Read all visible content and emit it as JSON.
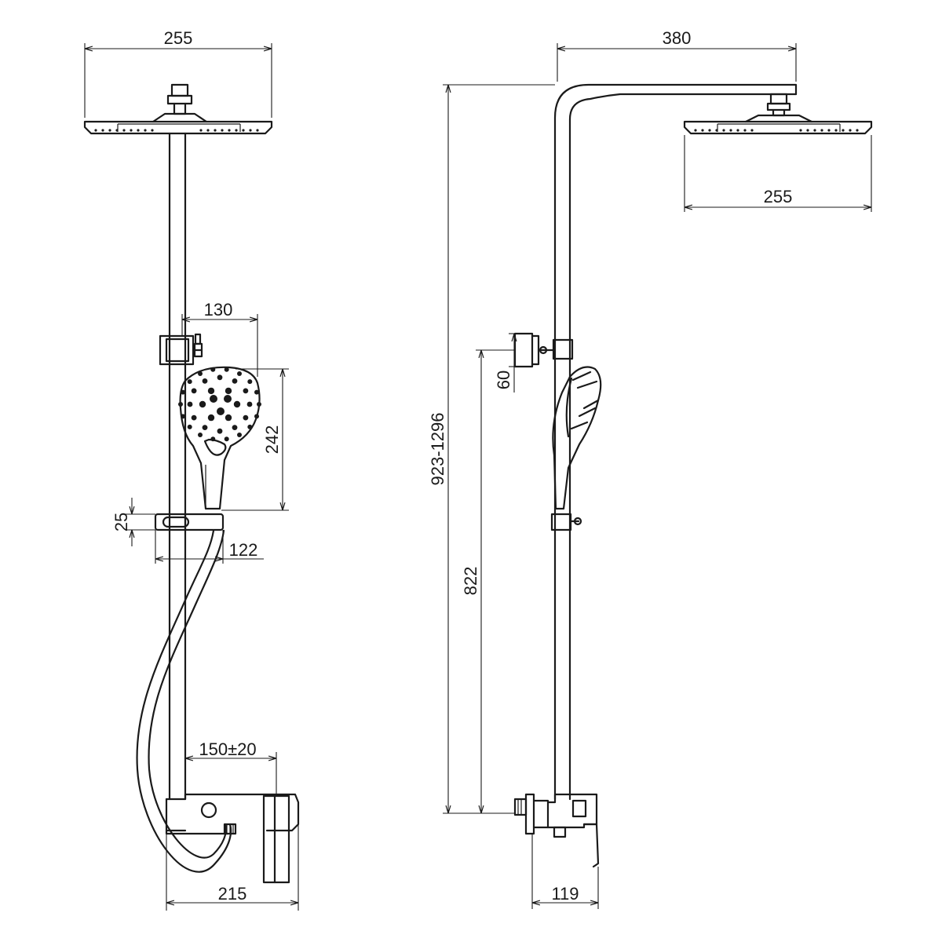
{
  "diagram": {
    "front_view": {
      "head_width": "255",
      "handshower_reach": "130",
      "handshower_height": "242",
      "holder_height": "25",
      "holder_depth": "122",
      "mixer_centres": "150±20",
      "mixer_width": "215"
    },
    "side_view": {
      "arm_length": "380",
      "head_width": "255",
      "total_height": "923-1296",
      "mixer_to_bracket": "822",
      "bracket_height": "60",
      "mixer_depth": "119"
    }
  }
}
